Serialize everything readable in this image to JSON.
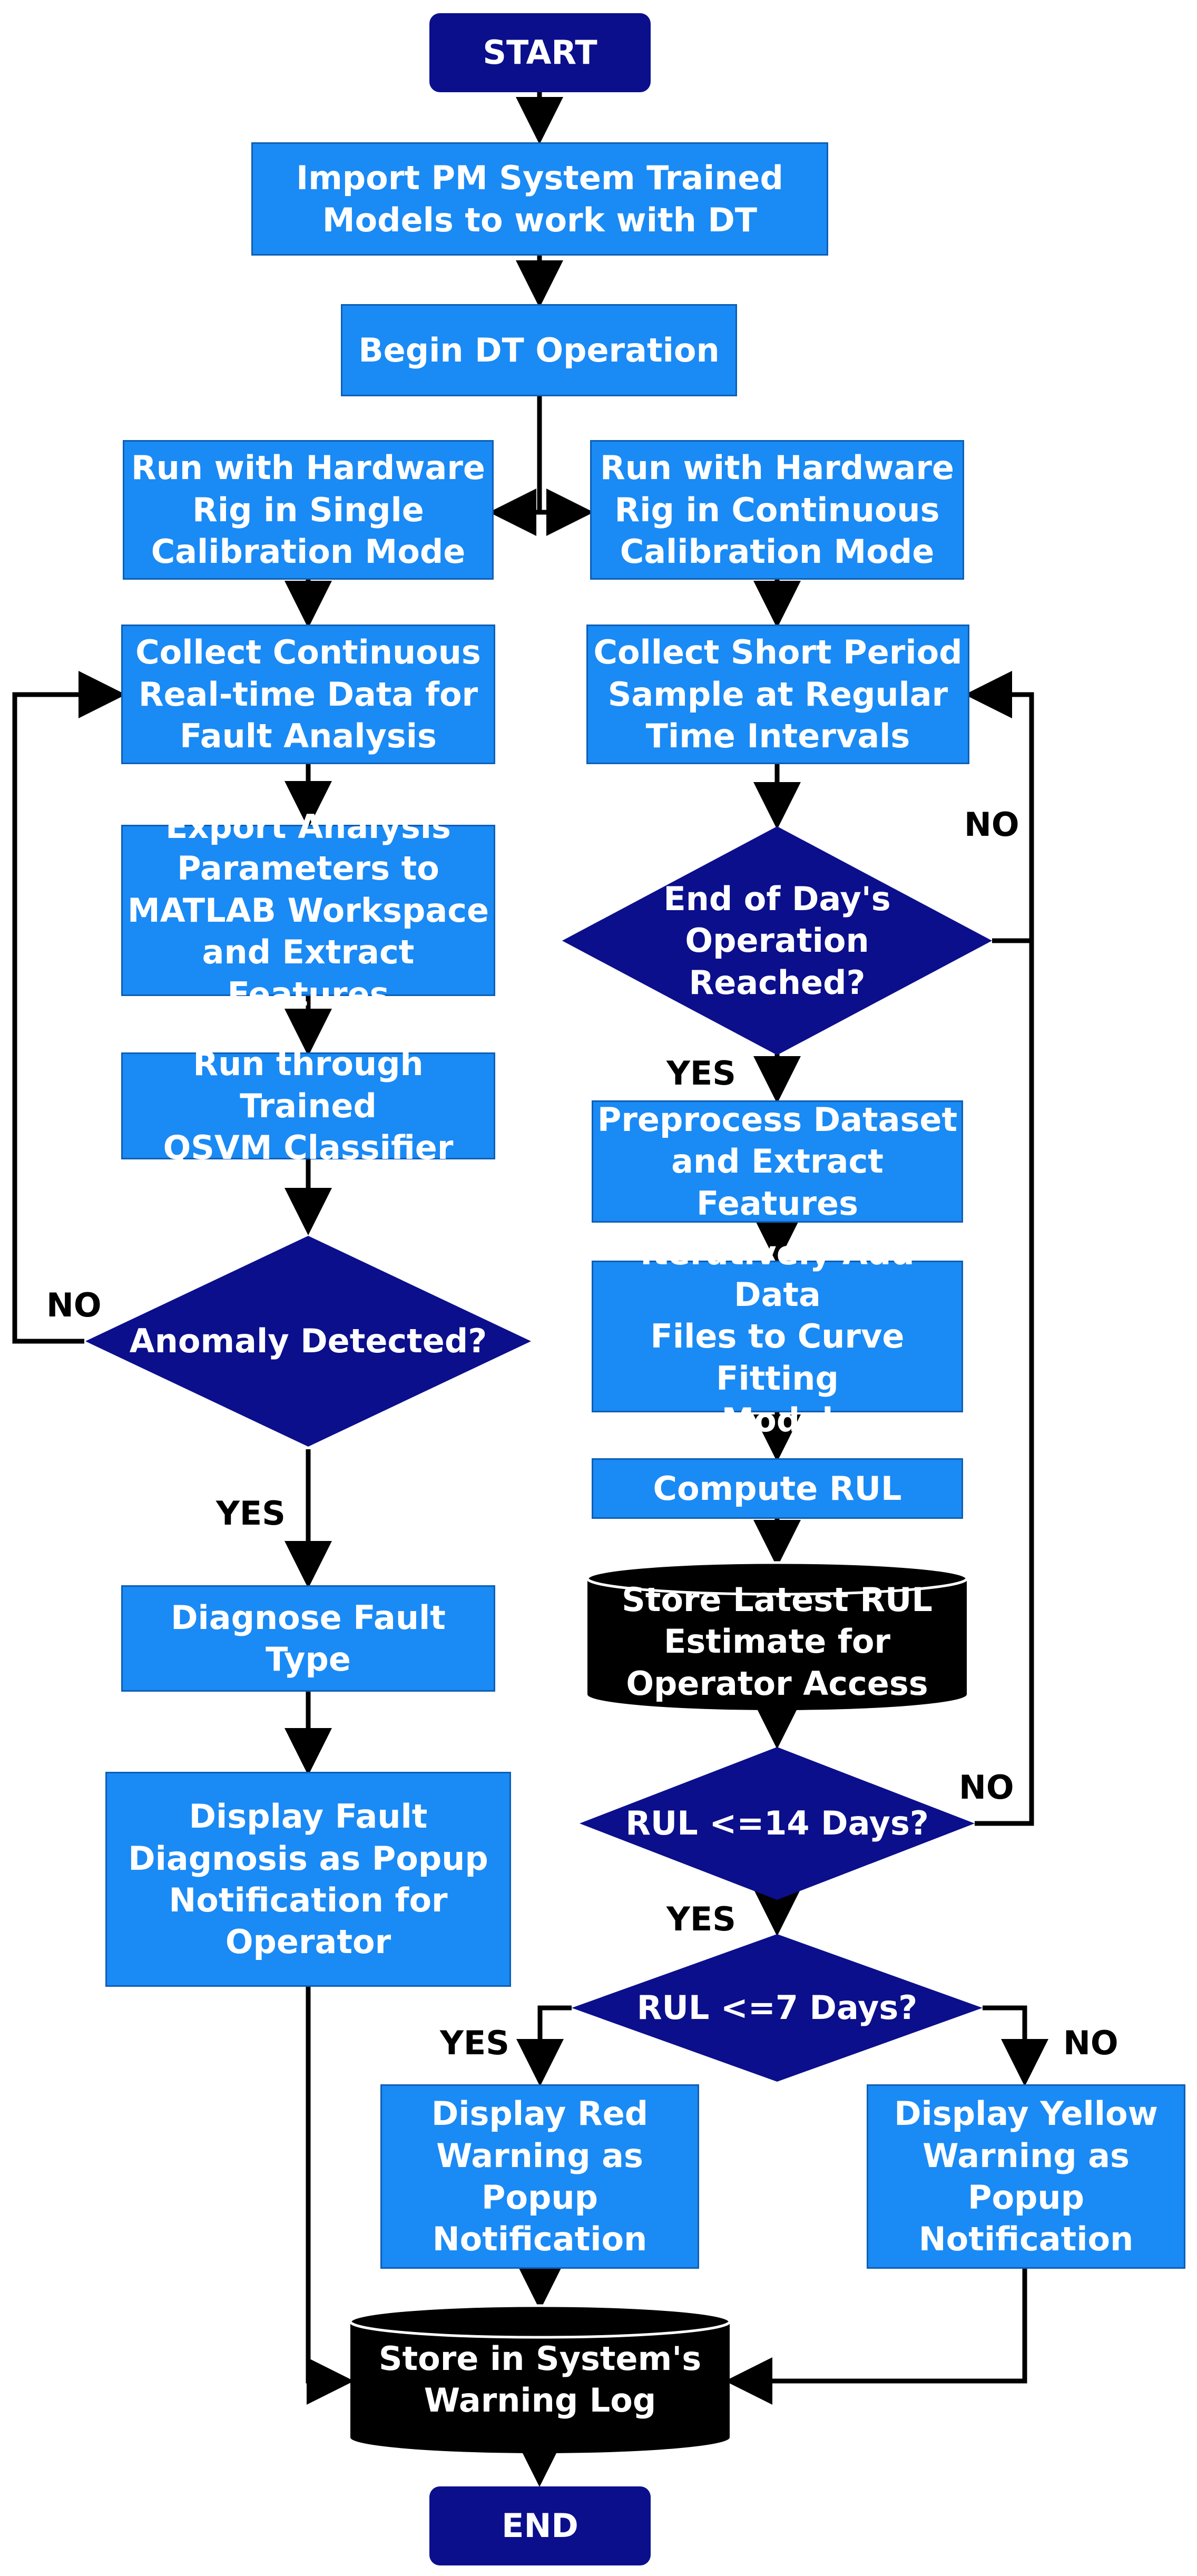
{
  "colors": {
    "process_fill": "#1a8af5",
    "process_border": "#0d5fb5",
    "decision_fill": "#0b0f8c",
    "terminal_fill": "#0b0f8c",
    "store_fill": "#000000",
    "text": "#ffffff",
    "arrow": "#000000"
  },
  "nodes": {
    "start": "START",
    "import_models": "Import PM System Trained\nModels to work with DT",
    "begin_dt": "Begin DT Operation",
    "run_single": "Run with Hardware\nRig in Single\nCalibration Mode",
    "run_continuous": "Run with Hardware\nRig in Continuous\nCalibration Mode",
    "collect_continuous": "Collect Continuous\nReal-time Data for\nFault Analysis",
    "collect_short": "Collect Short Period\nSample at Regular\nTime Intervals",
    "export_params": "Export Analysis\nParameters to\nMATLAB Workspace\nand Extract Features",
    "end_of_day": "End of Day's\nOperation Reached?",
    "run_qsvm": "Run through Trained\nQSVM Classifier",
    "preprocess": "Preprocess Dataset\nand Extract Features",
    "anomaly": "Anomaly Detected?",
    "add_data": "Iteratively Add Data\nFiles to Curve Fitting\nModel",
    "compute_rul": "Compute RUL",
    "store_rul": "Store Latest RUL\nEstimate for\nOperator Access",
    "diagnose": "Diagnose Fault Type",
    "display_fault": "Display Fault\nDiagnosis as Popup\nNotification for\nOperator",
    "rul14": "RUL <=14 Days?",
    "rul7": "RUL <=7 Days?",
    "red_warning": "Display Red\nWarning as\nPopup\nNotification",
    "yellow_warning": "Display Yellow\nWarning as\nPopup\nNotification",
    "store_log": "Store in System's\nWarning Log",
    "end": "END"
  },
  "labels": {
    "no_anomaly": "NO",
    "yes_anomaly": "YES",
    "no_end_of_day": "NO",
    "yes_end_of_day": "YES",
    "no_rul14": "NO",
    "yes_rul14": "YES",
    "yes_rul7": "YES",
    "no_rul7": "NO"
  }
}
